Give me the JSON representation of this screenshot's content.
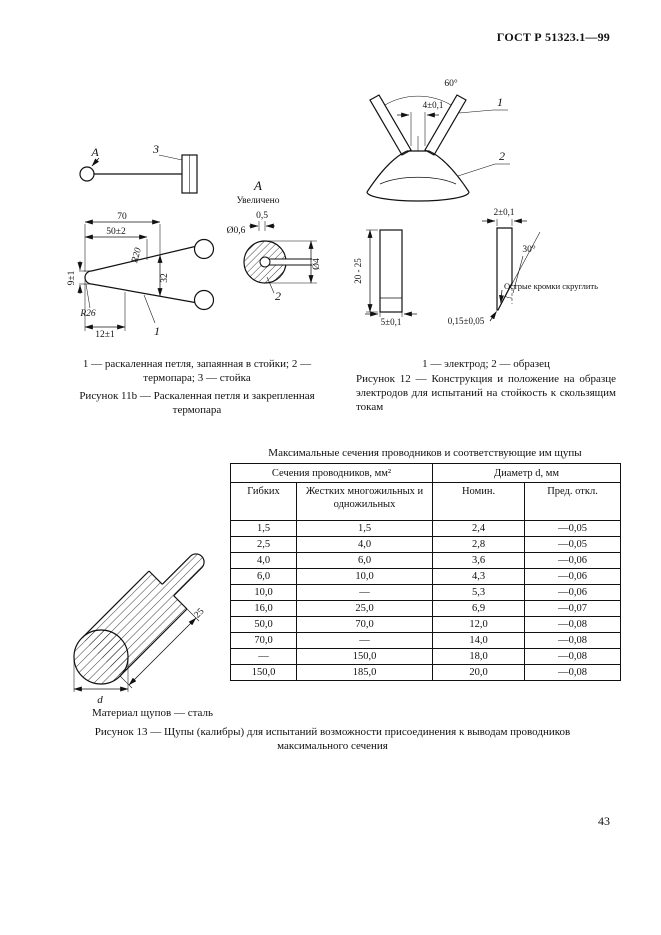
{
  "page": {
    "header": "ГОСТ Р 51323.1—99",
    "number": "43"
  },
  "fig11b": {
    "label_a_top": "А",
    "label_3": "3",
    "dim_70": "70",
    "dim_50": "50±2",
    "label_r20": "R20",
    "label_r26": "R26",
    "dim_9": "9±1",
    "dim_32": "32",
    "dim_12": "12±1",
    "label_1": "1",
    "detail_a": "А",
    "detail_zoom": "Увеличено",
    "dim_05": "0,5",
    "dim_d06": "Ø0,6",
    "dim_d4": "Ø4",
    "label_2": "2",
    "legend": "1 — раскаленная петля, запаянная в стойки; 2 — термопара; 3 — стойка",
    "caption": "Рисунок 11b — Раскаленная петля и закрепленная термопара"
  },
  "fig12": {
    "dim_60": "60°",
    "dim_4": "4±0,1",
    "label_1": "1",
    "label_2": "2",
    "dim_2": "2±0,1",
    "dim_2025": "20 - 25",
    "dim_5": "5±0,1",
    "dim_30": "30°",
    "dim_015": "0,15±0,05",
    "note": "Острые кромки скруглить",
    "legend": "1 — электрод; 2 — образец",
    "caption": "Рисунок 12 — Конструкция и положение на образце электродов для испытаний на стойкость к скользящим токам"
  },
  "fig13": {
    "dim_25": "25",
    "dim_d": "d",
    "material": "Материал щупов — сталь",
    "caption": "Рисунок 13 — Щупы (калибры) для испытаний возможности присоединения к выводам проводников максимального сечения"
  },
  "table": {
    "title": "Максимальные сечения проводников и соответствующие им щупы",
    "group1": "Сечения проводников, мм²",
    "group2": "Диаметр d, мм",
    "col_flex": "Гибких",
    "col_rigid": "Жестких многожильных и одножильных",
    "col_nom": "Номин.",
    "col_dev": "Пред. откл.",
    "rows": [
      [
        "1,5",
        "1,5",
        "2,4",
        "—0,05"
      ],
      [
        "2,5",
        "4,0",
        "2,8",
        "—0,05"
      ],
      [
        "4,0",
        "6,0",
        "3,6",
        "—0,06"
      ],
      [
        "6,0",
        "10,0",
        "4,3",
        "—0,06"
      ],
      [
        "10,0",
        "—",
        "5,3",
        "—0,06"
      ],
      [
        "16,0",
        "25,0",
        "6,9",
        "—0,07"
      ],
      [
        "50,0",
        "70,0",
        "12,0",
        "—0,08"
      ],
      [
        "70,0",
        "—",
        "14,0",
        "—0,08"
      ],
      [
        "—",
        "150,0",
        "18,0",
        "—0,08"
      ],
      [
        "150,0",
        "185,0",
        "20,0",
        "—0,08"
      ]
    ]
  }
}
